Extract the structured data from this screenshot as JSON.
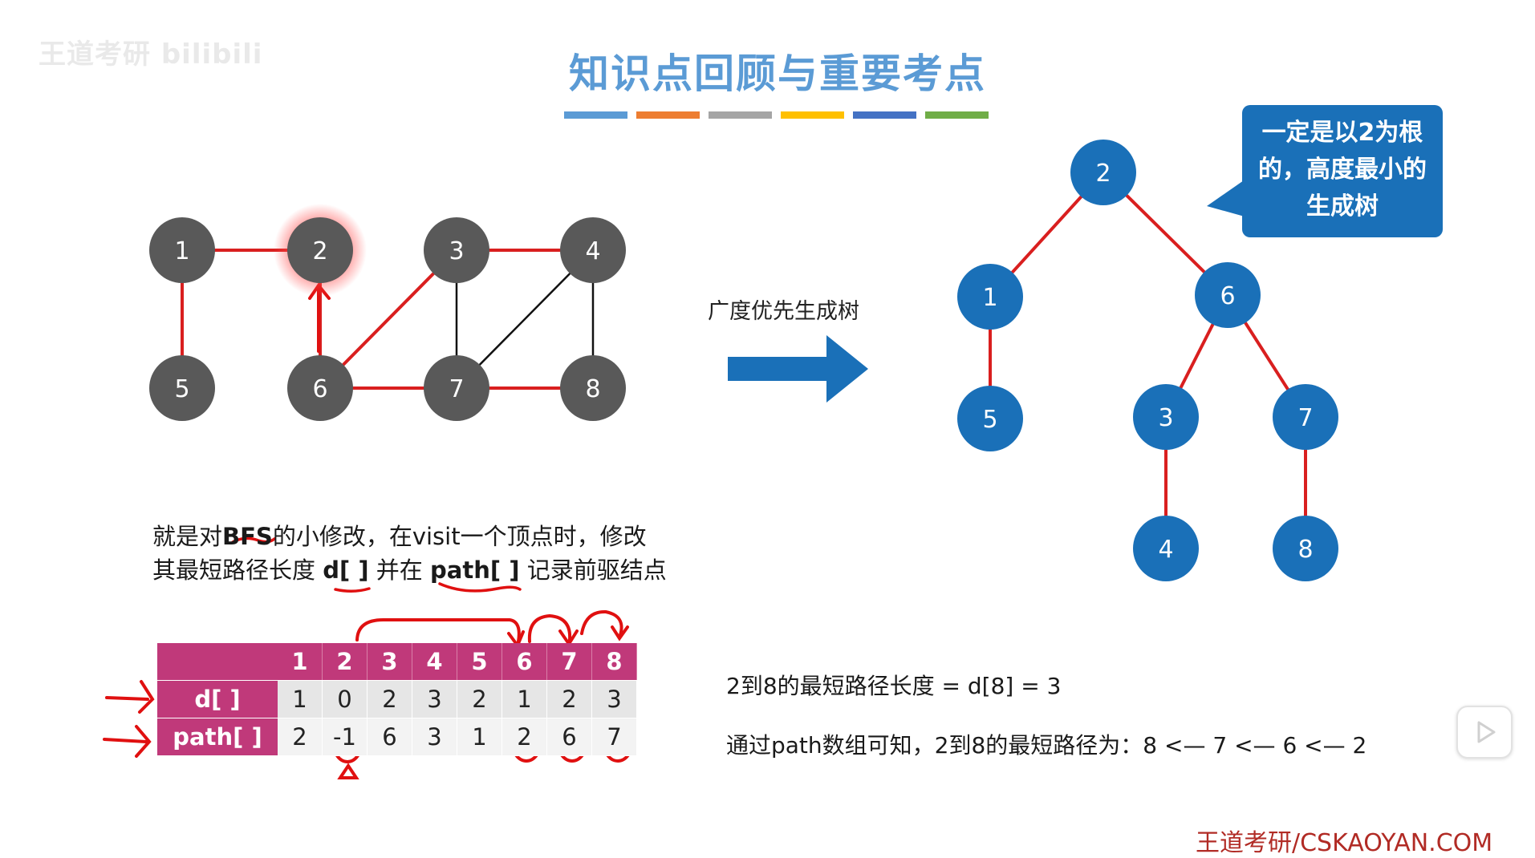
{
  "watermark": "王道考研 bilibili",
  "title": "知识点回顾与重要考点",
  "title_bar_colors": [
    "#5b9bd5",
    "#ed7d31",
    "#a5a5a5",
    "#ffc000",
    "#4472c4",
    "#70ad47"
  ],
  "graph": {
    "nodes": [
      "1",
      "2",
      "3",
      "4",
      "5",
      "6",
      "7",
      "8"
    ],
    "node_color": "#595959",
    "tree_edge_color": "#d91f1f",
    "other_edge_color": "#111111",
    "highlight_node": "2"
  },
  "arrow_label": "广度优先生成树",
  "arrow_color": "#1a70b8",
  "tree": {
    "nodes": [
      "2",
      "1",
      "6",
      "5",
      "3",
      "7",
      "4",
      "8"
    ],
    "node_color": "#1a70b8",
    "edge_color": "#d91f1f"
  },
  "callout": {
    "line1": "一定是以2为根",
    "line2": "的，高度最小的",
    "line3": "生成树"
  },
  "description": {
    "line1_prefix": "就是对",
    "line1_bfs": "BFS",
    "line1_suffix": "的小修改，在visit一个顶点时，修改",
    "line2_prefix": "其最短路径长度 ",
    "line2_d": "d[ ]",
    "line2_mid": " 并在 ",
    "line2_path": "path[ ]",
    "line2_suffix": " 记录前驱结点"
  },
  "table": {
    "columns": [
      "1",
      "2",
      "3",
      "4",
      "5",
      "6",
      "7",
      "8"
    ],
    "rows": [
      {
        "label": "d[ ]",
        "values": [
          "1",
          "0",
          "2",
          "3",
          "2",
          "1",
          "2",
          "3"
        ]
      },
      {
        "label": "path[ ]",
        "values": [
          "2",
          "-1",
          "6",
          "3",
          "1",
          "2",
          "6",
          "7"
        ]
      }
    ]
  },
  "results": {
    "shortest_length": "2到8的最短路径长度 = d[8] = 3",
    "shortest_path": "通过path数组可知，2到8的最短路径为：8 <— 7 <— 6 <— 2"
  },
  "footer": "王道考研/CSKAOYAN.COM"
}
